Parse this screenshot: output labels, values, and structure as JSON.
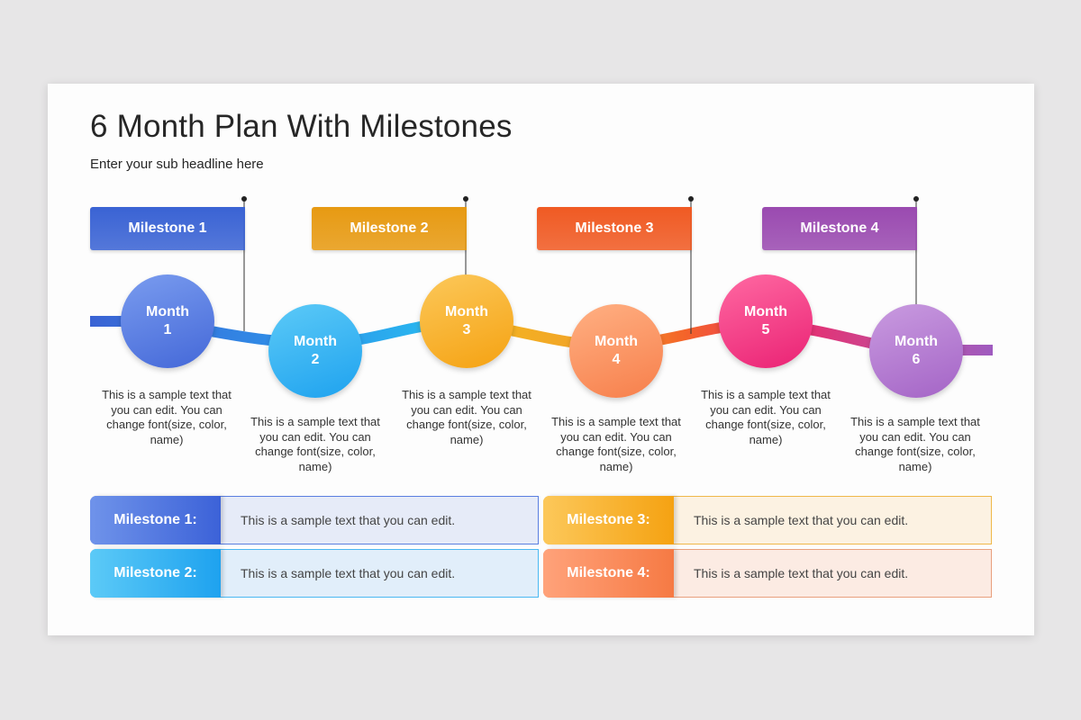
{
  "slide": {
    "title": "6 Month Plan With Milestones",
    "subtitle": "Enter your sub headline here"
  },
  "flags": [
    {
      "label": "Milestone 1",
      "color": "#3a63d4"
    },
    {
      "label": "Milestone 2",
      "color": "#e79a12"
    },
    {
      "label": "Milestone 3",
      "color": "#f05a23"
    },
    {
      "label": "Milestone 4",
      "color": "#9a4ab0"
    }
  ],
  "months": [
    {
      "line1": "Month",
      "line2": "1",
      "color_top": "#7a9cef",
      "color_bottom": "#4468d8",
      "text": "This is a sample text that you can edit. You can change font(size, color, name)"
    },
    {
      "line1": "Month",
      "line2": "2",
      "color_top": "#5ccaf7",
      "color_bottom": "#1ea2ef",
      "text": "This is a sample text that you can edit. You can change font(size, color, name)"
    },
    {
      "line1": "Month",
      "line2": "3",
      "color_top": "#fcc85a",
      "color_bottom": "#f5a212",
      "text": "This is a sample text that you can edit. You can change font(size, color, name)"
    },
    {
      "line1": "Month",
      "line2": "4",
      "color_top": "#ffb083",
      "color_bottom": "#f77f4b",
      "text": "This is a sample text that you can edit. You can change font(size, color, name)"
    },
    {
      "line1": "Month",
      "line2": "5",
      "color_top": "#ff69a2",
      "color_bottom": "#ea2274",
      "text": "This is a sample text that you can edit. You can change font(size, color, name)"
    },
    {
      "line1": "Month",
      "line2": "6",
      "color_top": "#c99be0",
      "color_bottom": "#a464c6",
      "text": "This is a sample text that you can edit. You can change font(size, color, name)"
    }
  ],
  "milestone_rows": [
    {
      "label": "Milestone 1:",
      "text": "This is a sample text that you can edit.",
      "color_left": "#6f93ea",
      "color_right": "#3c62d8",
      "bg": "#e6ebf8",
      "border": "#5a7fe0"
    },
    {
      "label": "Milestone 2:",
      "text": "This is a sample text that you can edit.",
      "color_left": "#5ccaf7",
      "color_right": "#1ea2ef",
      "bg": "#e1eefa",
      "border": "#4ab8f2"
    },
    {
      "label": "Milestone 3:",
      "text": "This is a sample text that you can edit.",
      "color_left": "#fcc85a",
      "color_right": "#f5a212",
      "bg": "#fcf2e2",
      "border": "#efb84a"
    },
    {
      "label": "Milestone 4:",
      "text": "This is a sample text that you can edit.",
      "color_left": "#ffa27a",
      "color_right": "#f67a44",
      "bg": "#fcebe3",
      "border": "#e9a07d"
    }
  ]
}
